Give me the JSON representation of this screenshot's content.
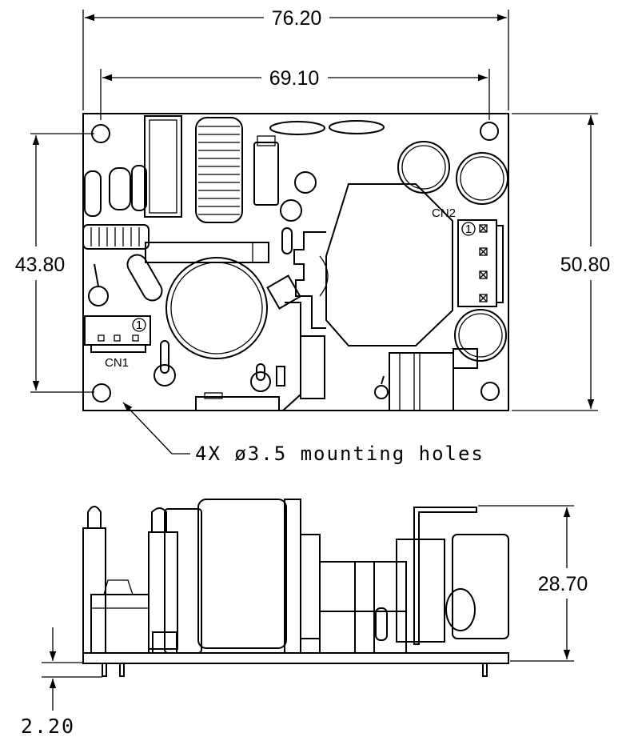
{
  "top_view": {
    "dim_overall_width": "76.20",
    "dim_hole_spacing_x": "69.10",
    "dim_hole_spacing_y": "43.80",
    "dim_overall_height": "50.80",
    "connector_cn1": "CN1",
    "connector_cn2": "CN2",
    "pin1_marker": "1",
    "mounting_note": "4X ø3.5 mounting holes"
  },
  "side_view": {
    "dim_height": "28.70",
    "dim_pin_length": "2.20"
  }
}
